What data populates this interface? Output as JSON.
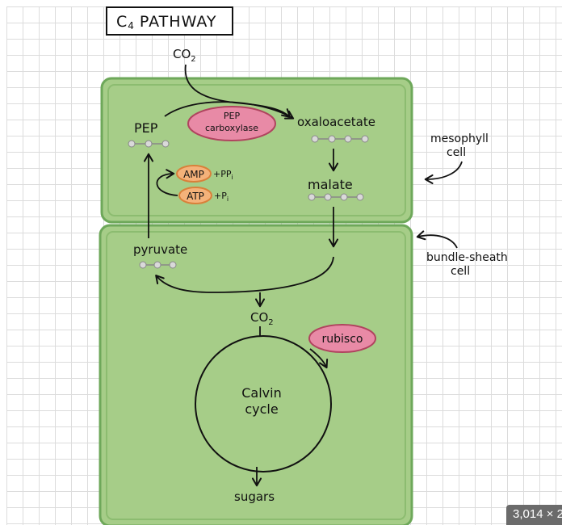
{
  "title": {
    "main": "C",
    "sub": "4",
    "rest": "PATHWAY"
  },
  "labels": {
    "co2_top": "CO",
    "co2_top_sub": "2",
    "pep": "PEP",
    "enzyme_line1": "PEP",
    "enzyme_line2": "carboxylase",
    "oxaloacetate": "oxaloacetate",
    "malate": "malate",
    "amp": "AMP",
    "amp_suffix": "+PP",
    "amp_suffix_sub": "i",
    "atp": "ATP",
    "atp_suffix": "+P",
    "atp_suffix_sub": "i",
    "pyruvate": "pyruvate",
    "co2_bottom": "CO",
    "co2_bottom_sub": "2",
    "rubisco": "rubisco",
    "calvin_line1": "Calvin",
    "calvin_line2": "cycle",
    "sugars": "sugars",
    "mesophyll_line1": "mesophyll",
    "mesophyll_line2": "cell",
    "bundle_line1": "bundle-sheath",
    "bundle_line2": "cell"
  },
  "dimension_badge": "3,014 × 2",
  "colors": {
    "cell_fill": "#a6cd88",
    "cell_stroke": "#6ea85a",
    "enzyme_fill": "#e88aa6",
    "enzyme_stroke": "#b0445f",
    "cofactor_fill": "#f4b27a",
    "cofactor_stroke": "#d9803a",
    "molecule_dot": "#d9d9d9",
    "ink": "#111111"
  }
}
